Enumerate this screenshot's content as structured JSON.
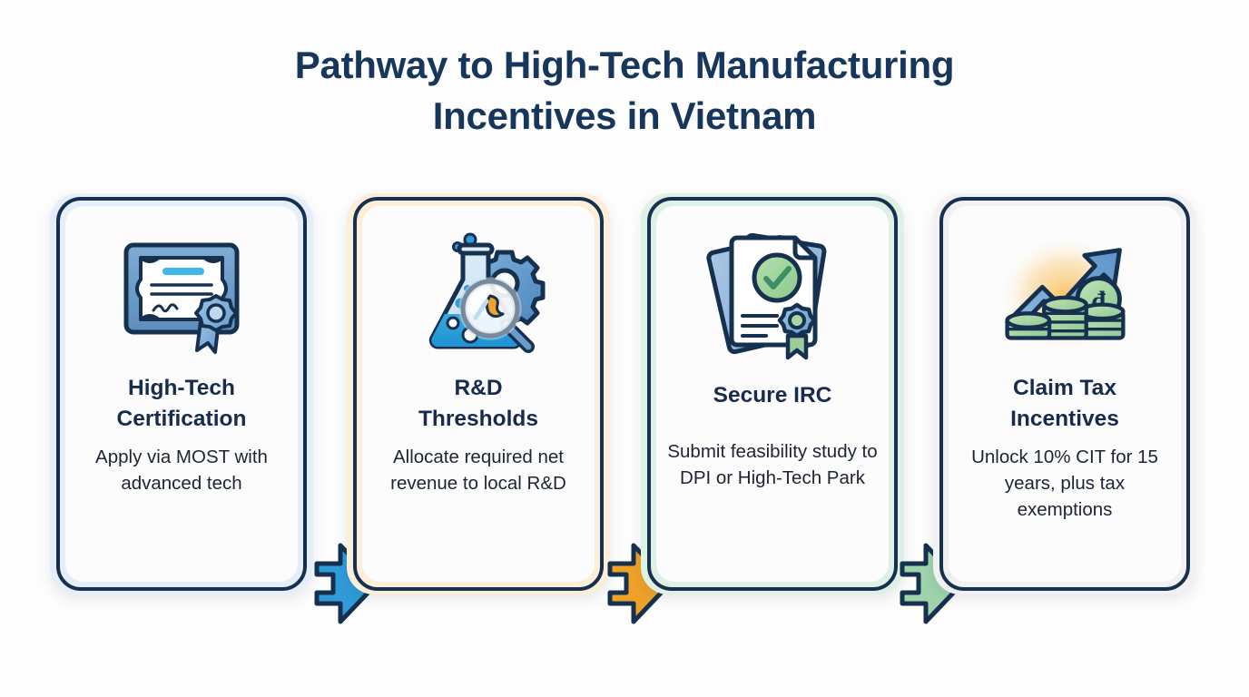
{
  "background_color": "#fdfdfd",
  "title": {
    "line1": "Pathway to High-Tech Manufacturing",
    "line2": "Incentives in Vietnam",
    "color": "#17365c"
  },
  "colors": {
    "heading": "#162b4d",
    "body": "#1d2433",
    "card_outline": "#16304f",
    "arrow1": "#2f9bd8",
    "arrow2": "#efa227",
    "arrow3": "#9fd4ab",
    "glow_blue": "#e4effa",
    "glow_cream": "#fdeed9",
    "glow_mint": "#dff0e4",
    "glow_plain": "#f1f1f2"
  },
  "steps": [
    {
      "icon": "certificate-icon",
      "heading_line1": "High-Tech",
      "heading_line2": "Certification",
      "body": "Apply via MOST with advanced tech",
      "glow": "glow-blue"
    },
    {
      "icon": "flask-gear-magnifier-icon",
      "heading_line1": "R&D",
      "heading_line2": "Thresholds",
      "body": "Allocate required net revenue to local R&D",
      "glow": "glow-cream"
    },
    {
      "icon": "documents-check-seal-icon",
      "heading_line1": "Secure IRC",
      "heading_line2": "",
      "body": "Submit feasibility study to DPI or High-Tech Park",
      "glow": "glow-mint"
    },
    {
      "icon": "growth-arrow-coins-icon",
      "heading_line1": "Claim Tax",
      "heading_line2": "Incentives",
      "body": "Unlock 10% CIT for 15 years, plus tax exemptions",
      "glow": "glow-plain"
    }
  ],
  "arrows": [
    {
      "name": "arrow-step1-to-step2",
      "color": "#2f9bd8"
    },
    {
      "name": "arrow-step2-to-step3",
      "color": "#efa227"
    },
    {
      "name": "arrow-step3-to-step4",
      "color": "#9fd4ab"
    }
  ]
}
